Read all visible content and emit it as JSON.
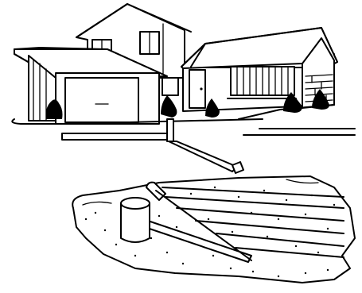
{
  "figure": {
    "kind": "line-art illustration",
    "subject_parts": [
      "house",
      "attached-garage",
      "shrubs",
      "drain-pipe",
      "septic-tank",
      "drain-field"
    ],
    "colors": {
      "ink": "#000000",
      "paper": "#ffffff"
    }
  }
}
